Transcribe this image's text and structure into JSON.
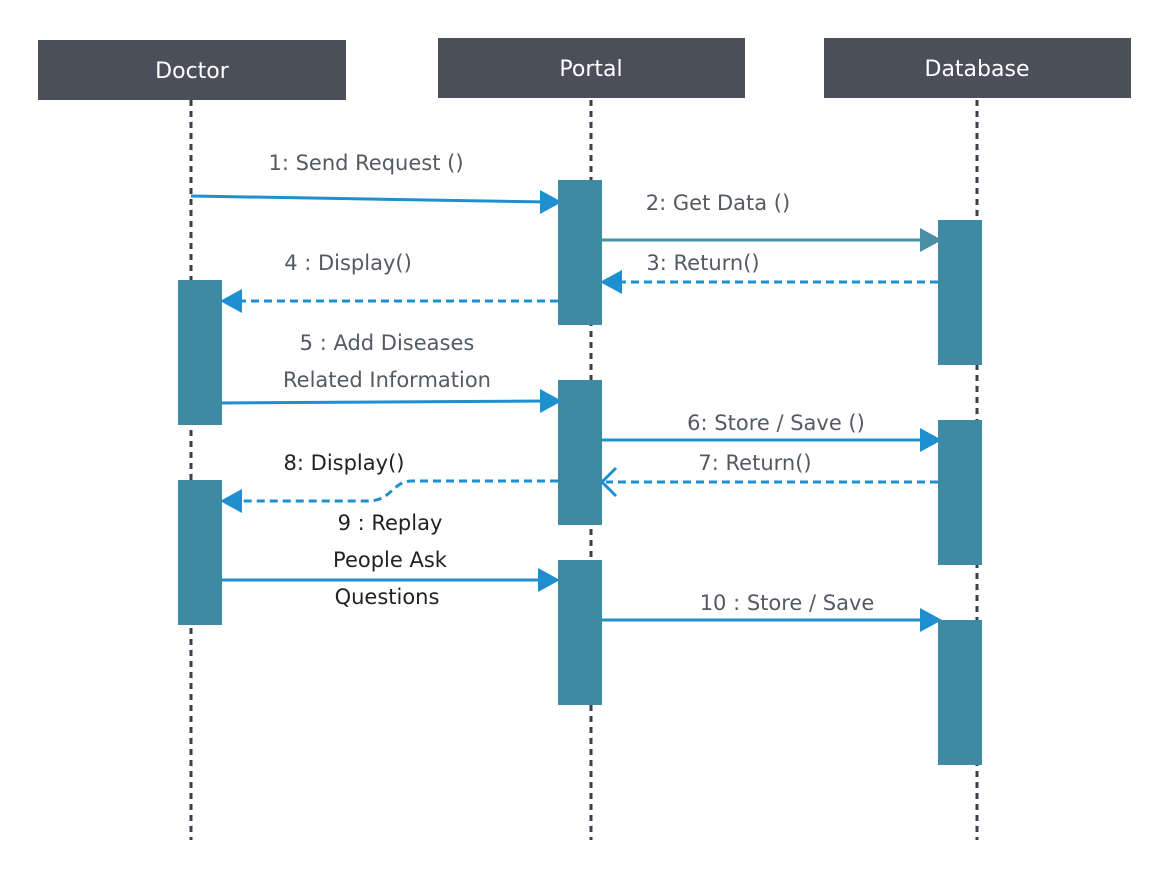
{
  "actors": [
    {
      "id": "doctor",
      "label": "Doctor"
    },
    {
      "id": "portal",
      "label": "Portal"
    },
    {
      "id": "database",
      "label": "Database"
    }
  ],
  "messages": [
    {
      "id": "m1",
      "lines": [
        "1: Send Request ()"
      ],
      "dashed": false
    },
    {
      "id": "m2",
      "lines": [
        "2: Get Data ()"
      ],
      "dashed": false
    },
    {
      "id": "m3",
      "lines": [
        "3: Return()"
      ],
      "dashed": true
    },
    {
      "id": "m4",
      "lines": [
        "4 : Display()"
      ],
      "dashed": true
    },
    {
      "id": "m5",
      "lines": [
        "5 : Add Diseases",
        "Related Information"
      ],
      "dashed": false
    },
    {
      "id": "m6",
      "lines": [
        "6: Store / Save ()"
      ],
      "dashed": false
    },
    {
      "id": "m7",
      "lines": [
        "7: Return()"
      ],
      "dashed": true
    },
    {
      "id": "m8",
      "lines": [
        "8: Display()"
      ],
      "dashed": true
    },
    {
      "id": "m9",
      "lines": [
        "9 : Replay",
        "People Ask",
        "Questions"
      ],
      "dashed": false
    },
    {
      "id": "m10",
      "lines": [
        "10 : Store / Save"
      ],
      "dashed": false
    }
  ],
  "colors": {
    "actor_box": "#4a4f59",
    "activation": "#3d8aa2",
    "arrow": "#1e90cf",
    "arrow_muted": "#4a8ea6",
    "lifeline": "#3a3f4a",
    "label": "#555a60",
    "label_dark": "#222222"
  }
}
